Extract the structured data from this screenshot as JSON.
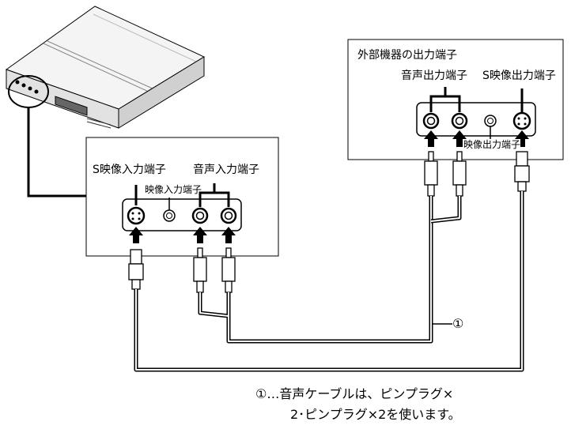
{
  "ext_device": {
    "title": "外部機器の出力端子",
    "audio_out_label": "音声出力端子",
    "s_video_out_label": "S映像出力端子",
    "video_out_label": "映像出力端子"
  },
  "pc_input": {
    "s_video_in_label": "S映像入力端子",
    "audio_in_label": "音声入力端子",
    "video_in_label": "映像入力端子"
  },
  "callout": {
    "marker": "①"
  },
  "note": {
    "line1": "①…音声ケーブルは、ピンプラグ×",
    "line2": "2･ピンプラグ×2を使います。"
  }
}
